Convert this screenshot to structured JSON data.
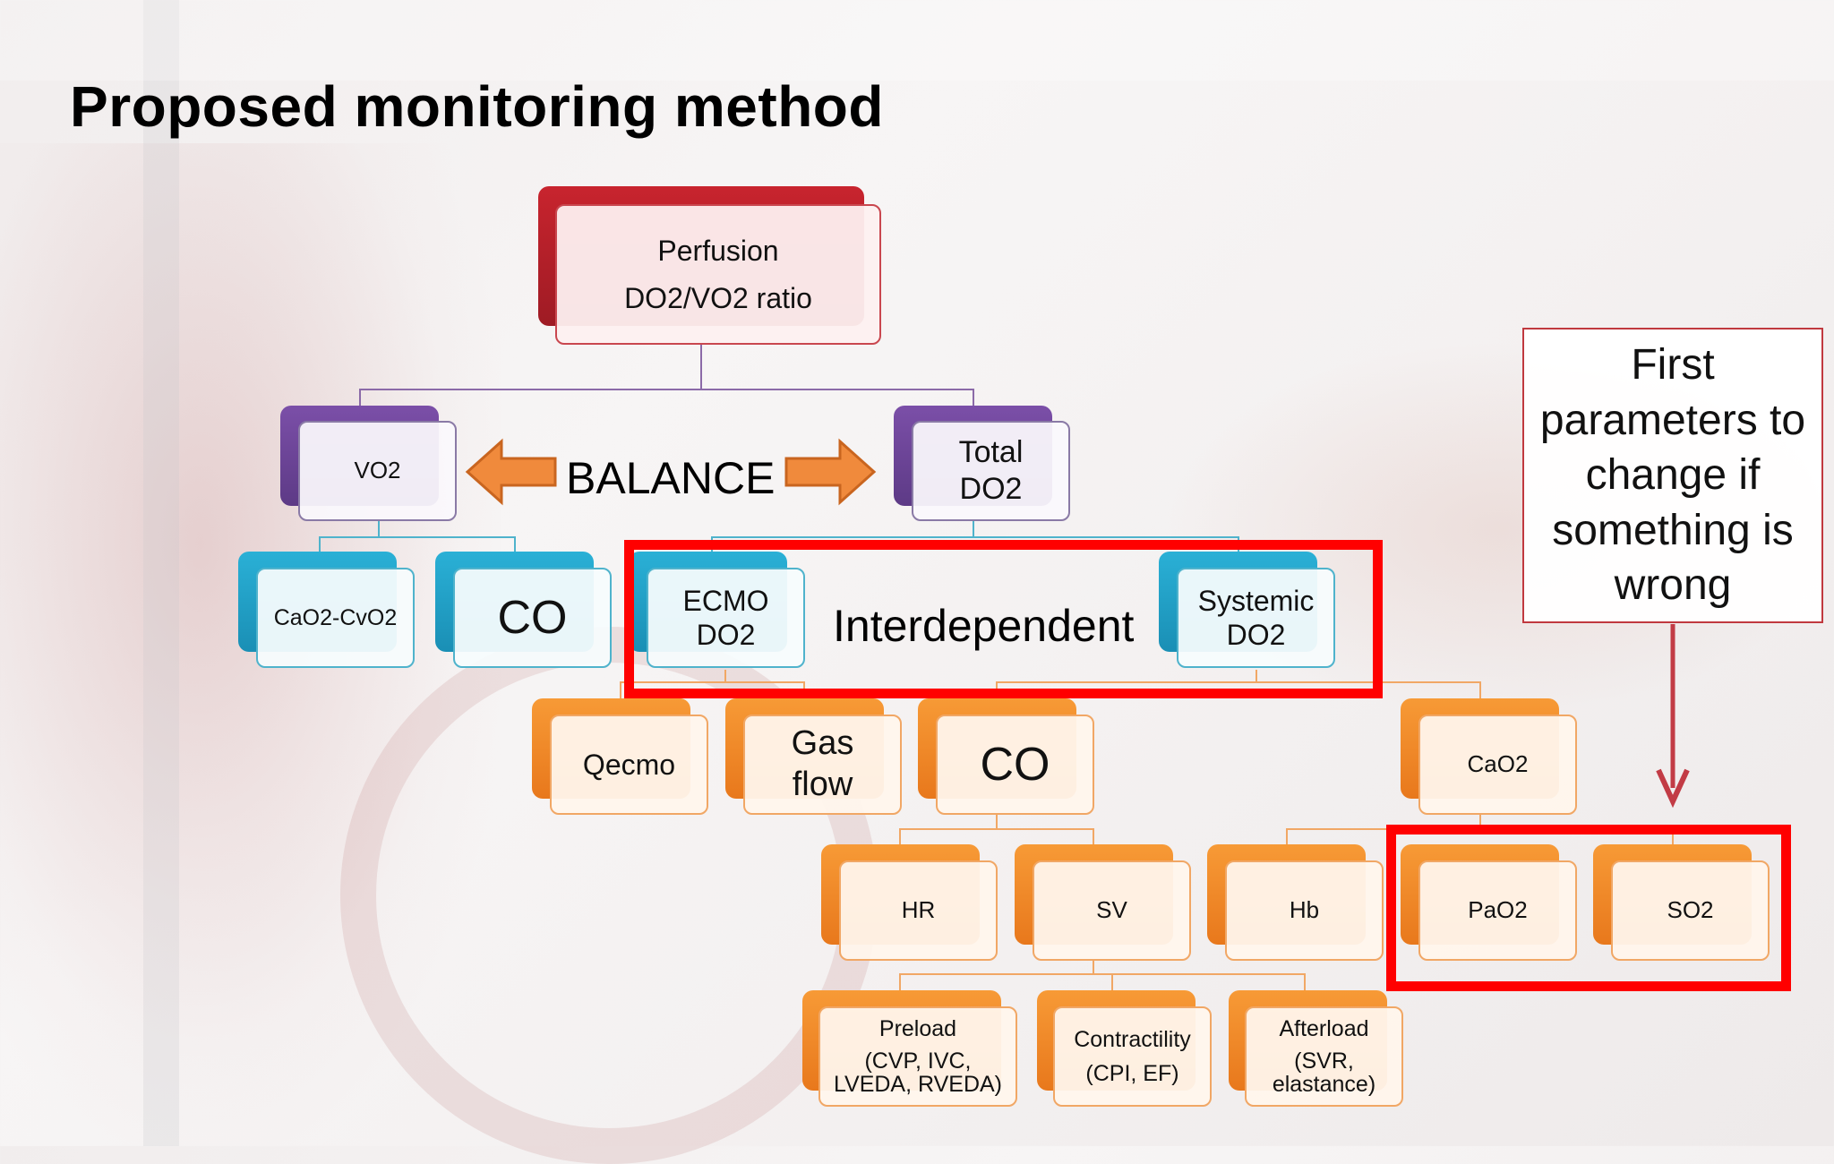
{
  "title": "Proposed monitoring method",
  "root": {
    "line1": "Perfusion",
    "line2": "DO2/VO2 ratio"
  },
  "vo2": "VO2",
  "total_do2": {
    "line1": "Total",
    "line2": "DO2"
  },
  "balance": "BALANCE",
  "cao2_cvo2": "CaO2-CvO2",
  "co_left": "CO",
  "ecmo_do2": {
    "line1": "ECMO",
    "line2": "DO2"
  },
  "interdependent": "Interdependent",
  "systemic_do2": {
    "line1": "Systemic",
    "line2": "DO2"
  },
  "qecmo": "Qecmo",
  "gas_flow": {
    "line1": "Gas",
    "line2": "flow"
  },
  "co_right": "CO",
  "cao2": "CaO2",
  "hr": "HR",
  "sv": "SV",
  "hb": "Hb",
  "pao2": "PaO2",
  "so2": "SO2",
  "preload": {
    "line1": "Preload",
    "line2": "(CVP, IVC,",
    "line3": "LVEDA, RVEDA)"
  },
  "contractility": {
    "line1": "Contractility",
    "line2": "(CPI, EF)"
  },
  "afterload": {
    "line1": "Afterload",
    "line2": "(SVR,",
    "line3": "elastance)"
  },
  "callout": {
    "line1": "First",
    "line2": "parameters",
    "line3": "to change if",
    "line4": "something is",
    "line5": "wrong"
  },
  "colors": {
    "root": "#c8242e",
    "level1": "#7b4fa8",
    "level2": "#2ab0d6",
    "level3": "#f79a36",
    "highlight": "#ff0000",
    "arrow": "#f08a3c"
  }
}
